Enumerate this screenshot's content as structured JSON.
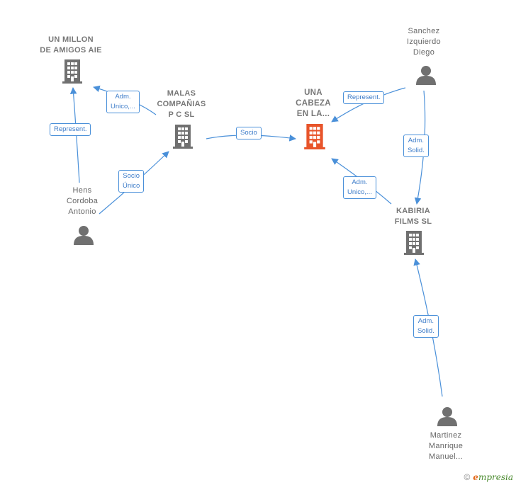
{
  "nodes": {
    "main_company": "UNA\nCABEZA\nEN LA...",
    "un_millon": "UN MILLON\nDE AMIGOS AIE",
    "malas_companias": "MALAS\nCOMPAÑIAS\nP C  SL",
    "kabiria": "KABIRIA\nFILMS  SL",
    "sanchez": "Sanchez\nIzquierdo\nDiego",
    "hens": "Hens\nCordoba\nAntonio",
    "martinez": "Martinez\nManrique\nManuel..."
  },
  "edges": {
    "adm_unico_1": "Adm.\nUnico,...",
    "represent_1": "Represent.",
    "socio_unico": "Socio\nÚnico",
    "socio": "Socio",
    "represent_2": "Represent.",
    "adm_unico_2": "Adm.\nUnico,...",
    "adm_solid_1": "Adm.\nSolid.",
    "adm_solid_2": "Adm.\nSolid."
  },
  "colors": {
    "edge": "#4a90d9",
    "main_icon": "#e8542a",
    "icon": "#707070"
  },
  "footer": {
    "copyright": "©",
    "brand_initial": "e",
    "brand_rest": "mpresia"
  }
}
